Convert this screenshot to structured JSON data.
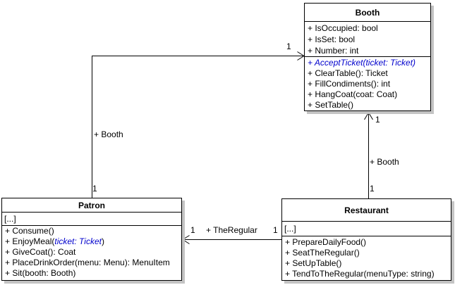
{
  "classes": {
    "booth": {
      "name": "Booth",
      "attributes": [
        "+ IsOccupied: bool",
        "+ IsSet: bool",
        "+ Number: int"
      ],
      "methods": {
        "accept_ticket": "+ AcceptTicket(ticket: Ticket)",
        "clear_table": "+ ClearTable(): Ticket",
        "fill_condiments": "+ FillCondiments(): int",
        "hang_coat": "+ HangCoat(coat: Coat)",
        "set_table": "+ SetTable()"
      }
    },
    "patron": {
      "name": "Patron",
      "attributes_placeholder": "[...]",
      "methods": {
        "consume": "+ Consume()",
        "enjoy_meal_pre": "+ EnjoyMeal(",
        "enjoy_meal_param": "ticket: Ticket",
        "enjoy_meal_post": ")",
        "give_coat": "+ GiveCoat(): Coat",
        "place_drink_order": "+ PlaceDrinkOrder(menu: Menu): MenuItem",
        "sit": "+ Sit(booth: Booth)"
      }
    },
    "restaurant": {
      "name": "Restaurant",
      "attributes_placeholder": "[...]",
      "methods": {
        "prepare_daily_food": "+ PrepareDailyFood()",
        "seat_the_regular": "+ SeatTheRegular()",
        "set_up_table": "+ SetUpTable()",
        "tend_to_the_regular": "+ TendToTheRegular(menuType: string)"
      }
    }
  },
  "associations": {
    "patron_booth": {
      "role": "+ Booth",
      "source_mult": "1",
      "target_mult": "1"
    },
    "restaurant_booth": {
      "role": "+ Booth",
      "source_mult": "1",
      "target_mult": "1"
    },
    "restaurant_patron": {
      "role": "+ TheRegular",
      "source_mult": "1",
      "target_mult": "1"
    }
  },
  "colors": {
    "abstract_text": "#0000cc",
    "box_border": "#000000",
    "box_shadow": "#c4c4c4",
    "background": "#ffffff"
  }
}
